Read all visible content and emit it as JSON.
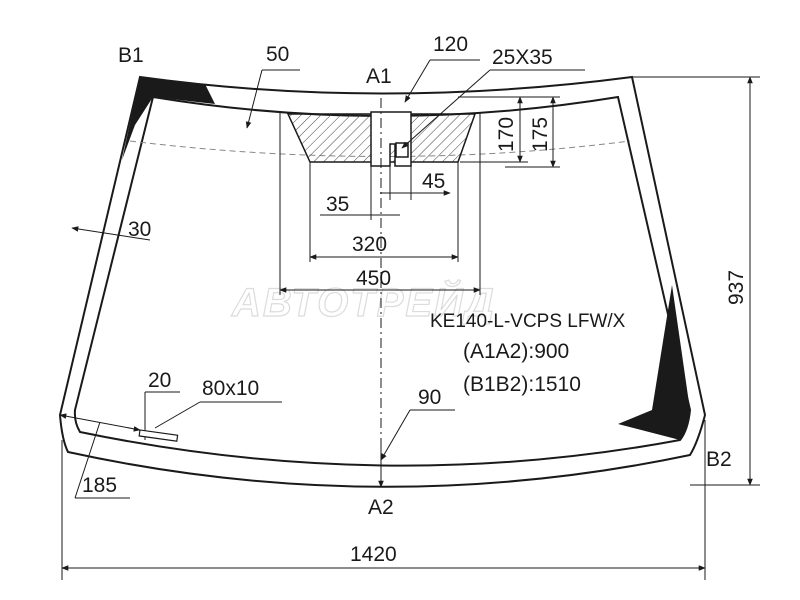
{
  "labels": {
    "b1": "B1",
    "b2": "B2",
    "a1": "A1",
    "a2": "A2"
  },
  "dimensions": {
    "d50": "50",
    "d120": "120",
    "d25x35": "25X35",
    "d170": "170",
    "d175": "175",
    "d45": "45",
    "d35": "35",
    "d30": "30",
    "d320": "320",
    "d450": "450",
    "d937": "937",
    "d20": "20",
    "d80x10": "80x10",
    "d90": "90",
    "d185": "185",
    "d1420": "1420"
  },
  "part_code": "KE140-L-VCPS LFW/X",
  "spec_a": "(A1A2):900",
  "spec_b": "(B1B2):1510",
  "watermark": "АВТОТРЕЙД",
  "colors": {
    "line": "#1a1a1a",
    "hatch": "#444444",
    "ceramic": "#1a1a1a",
    "dashed": "#888888",
    "watermark": "#dcdcdc"
  }
}
